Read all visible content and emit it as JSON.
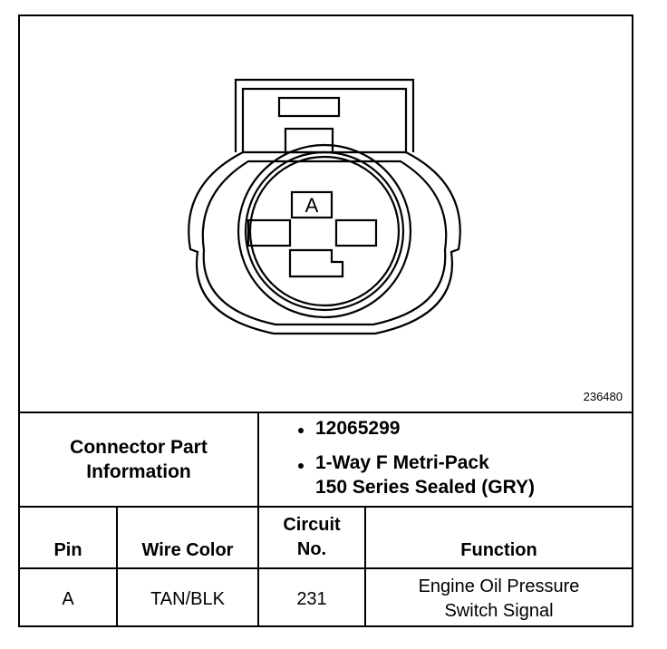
{
  "figure_number": "236480",
  "connector": {
    "pin_label": "A"
  },
  "info": {
    "label_line1": "Connector Part",
    "label_line2": "Information",
    "part_number": "12065299",
    "desc_line1": "1-Way F Metri-Pack",
    "desc_line2": "150 Series Sealed (GRY)"
  },
  "table": {
    "headers": {
      "pin": "Pin",
      "wire_color": "Wire Color",
      "circuit_line1": "Circuit",
      "circuit_line2": "No.",
      "function": "Function"
    },
    "rows": [
      {
        "pin": "A",
        "wire_color": "TAN/BLK",
        "circuit": "231",
        "function_line1": "Engine Oil Pressure",
        "function_line2": "Switch Signal"
      }
    ]
  }
}
